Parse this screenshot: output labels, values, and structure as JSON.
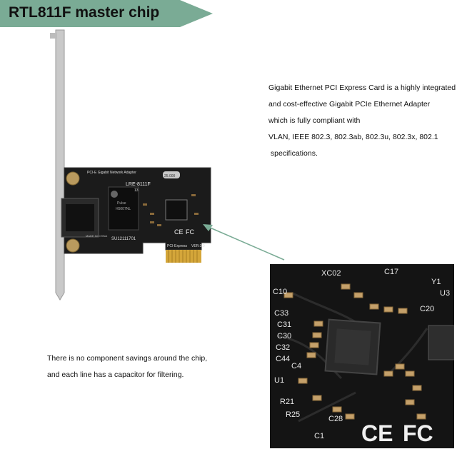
{
  "banner": {
    "title": "RTL811F master chip",
    "color": "#7aab95"
  },
  "description": {
    "lines": [
      "Gigabit Ethernet PCI Express Card is a highly integrated",
      "and cost-effective Gigabit PCIe Ethernet Adapter",
      "which is fully compliant with",
      "VLAN, IEEE 802.3, 802.3ab, 802.3u, 802.3x, 802.1",
      " specifications."
    ]
  },
  "note": {
    "lines": [
      "There is no component savings around the chip,",
      "and each line has a capacitor for filtering."
    ]
  },
  "card": {
    "top_label": "PCI-E Gigabit Network Adapter",
    "crystal": "25.000",
    "model": "LRE-8111F",
    "version": "13",
    "transformer_brand": "Pulse",
    "transformer_part": "H5007NL",
    "serial": "SU12111701",
    "bottom_label": "PCI-Express",
    "ver_label": "VER:3.0",
    "made_in": "MADE IN CHINA",
    "ce_mark": "CE",
    "fc_mark": "FC"
  },
  "closeup": {
    "labels": [
      "XC02",
      "C17",
      "Y1",
      "U3",
      "C10",
      "C20",
      "C33",
      "C31",
      "C30",
      "C32",
      "C44",
      "C4",
      "U1",
      "R21",
      "R25",
      "C28",
      "C1",
      "CE",
      "FC"
    ]
  }
}
